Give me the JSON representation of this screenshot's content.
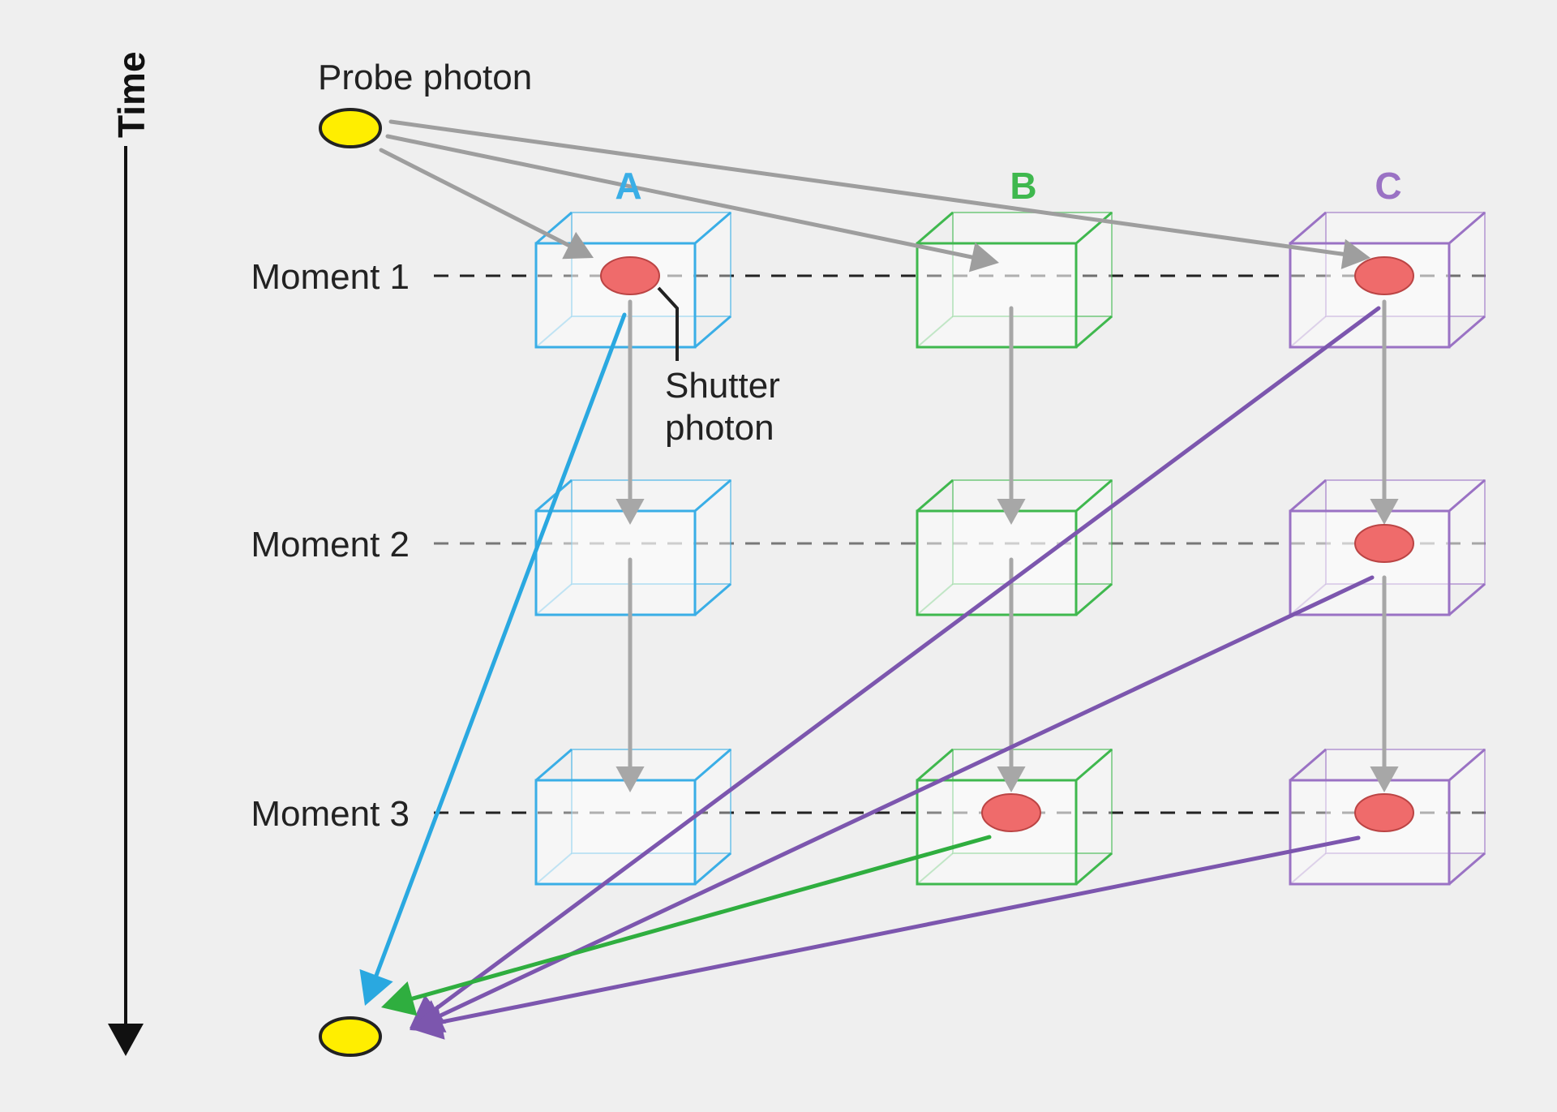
{
  "labels": {
    "time_axis": "Time",
    "probe_photon": "Probe photon",
    "shutter_photon_line1": "Shutter",
    "shutter_photon_line2": "photon"
  },
  "moments": [
    {
      "label": "Moment 1"
    },
    {
      "label": "Moment 2"
    },
    {
      "label": "Moment 3"
    }
  ],
  "columns": [
    {
      "label": "A",
      "color": "#3aaee6",
      "shutter": [
        true,
        false,
        false
      ]
    },
    {
      "label": "B",
      "color": "#3fb84e",
      "shutter": [
        false,
        false,
        true
      ]
    },
    {
      "label": "C",
      "color": "#9a72c4",
      "shutter": [
        true,
        true,
        true
      ]
    }
  ],
  "colors": {
    "background": "#efefef",
    "photon_yellow": "#ffee00",
    "shutter_red": "#ef6b6b",
    "gray_arrow": "#a7a7a7",
    "exit_purple": "#7c56ae",
    "exit_blue": "#2aa8e0",
    "exit_green": "#2fae3f"
  }
}
